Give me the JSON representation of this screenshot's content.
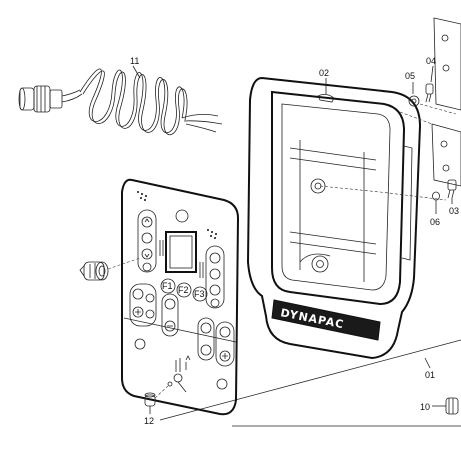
{
  "callouts": {
    "c01": "01",
    "c02": "02",
    "c03": "03",
    "c04": "04",
    "c05": "05",
    "c06": "06",
    "c10": "10",
    "c11": "11",
    "c12": "12"
  },
  "housing": {
    "brand": "DYNAPAC"
  },
  "panel": {
    "key_f1": "F1",
    "key_f2": "F2",
    "key_f3": "F3"
  }
}
